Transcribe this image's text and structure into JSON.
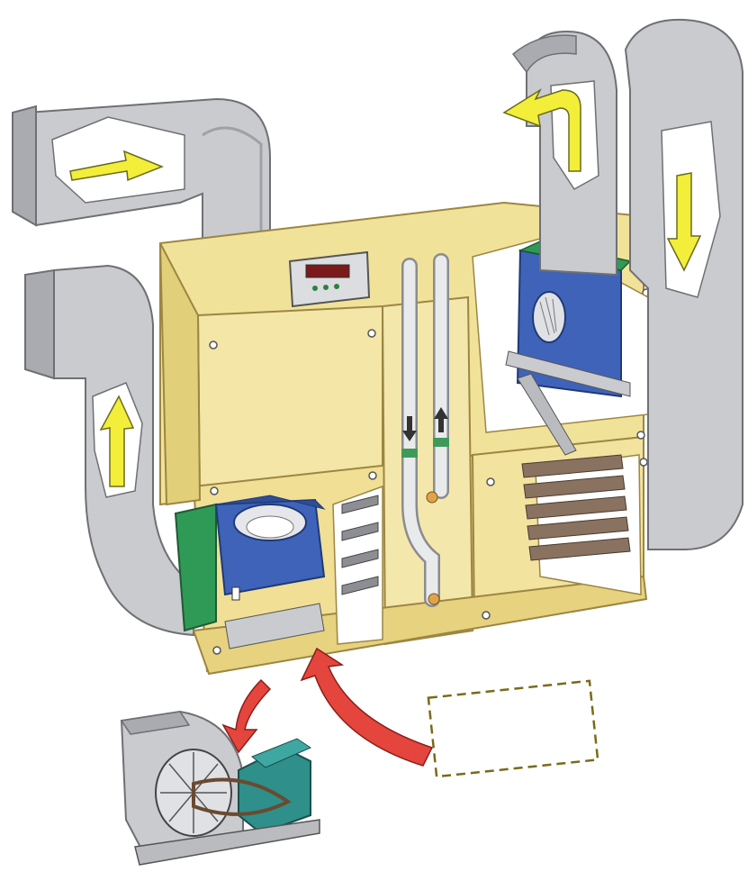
{
  "controller": {
    "display": ""
  },
  "colors": {
    "duct": "#c9cbce",
    "duct_shadow": "#a9abb0",
    "cabinet": "#f1e29a",
    "cabinet_edge": "#c9b25c",
    "fan_blue": "#3f63b8",
    "filter_green": "#3f9a5a",
    "flow_arrow": "#f2ee3a",
    "swap_arrow": "#e4453c",
    "motor_teal": "#2f8f8a",
    "drop_outline": "#7a6a1a"
  },
  "icons": {
    "flow": "yellow-arrow",
    "swap": "red-curved-arrow",
    "pipe_flow": "small-arrow"
  }
}
